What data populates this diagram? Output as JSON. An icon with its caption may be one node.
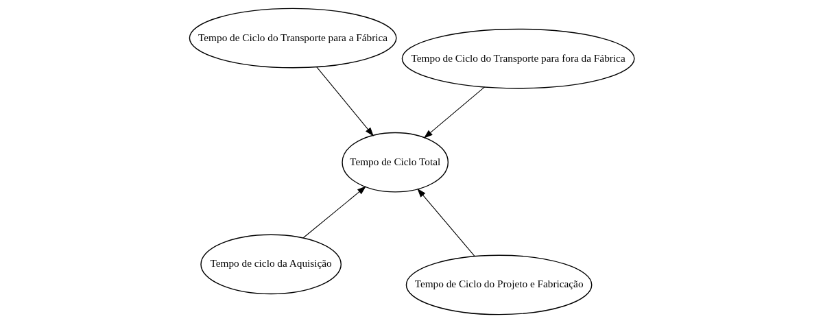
{
  "diagram": {
    "nodes": [
      {
        "text": [
          "Tempo de ciclo da Aquisição"
        ]
      },
      {
        "text": [
          "Tempo de Ciclo do Projeto e Fabricação"
        ]
      },
      {
        "text": [
          "Tempo de Ciclo Total"
        ]
      },
      {
        "text": [
          "Tempo de Ciclo do Transporte para a Fábrica"
        ]
      },
      {
        "text": [
          "Tempo de Ciclo do Transporte para fora da Fábrica"
        ]
      }
    ],
    "edges": [
      {
        "from": 0,
        "to": 2,
        "arrow": "to"
      },
      {
        "from": 1,
        "to": 2,
        "arrow": "to"
      },
      {
        "from": 3,
        "to": 2,
        "arrow": "to"
      },
      {
        "from": 4,
        "to": 2,
        "arrow": "to"
      }
    ]
  }
}
